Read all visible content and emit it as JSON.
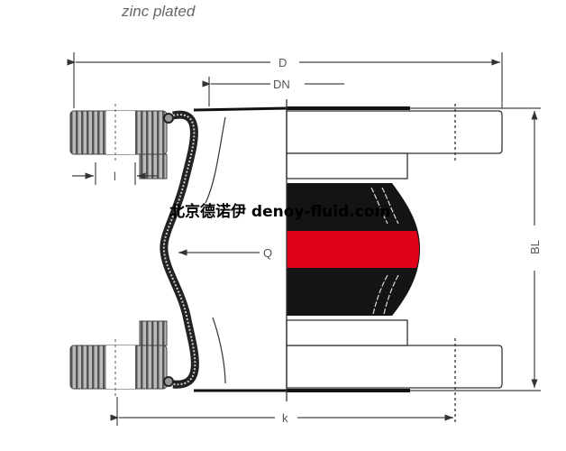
{
  "title": "zinc plated",
  "labels": {
    "D": "D",
    "DN": "DN",
    "l": "l",
    "Q": "Q",
    "BL": "BL",
    "k": "k"
  },
  "watermark": "北京德诺伊 denoy-fluid.com",
  "colors": {
    "rubber": "#141414",
    "reinforcement": "#e0001a",
    "flange_gray": "#888888",
    "line": "#333333"
  }
}
